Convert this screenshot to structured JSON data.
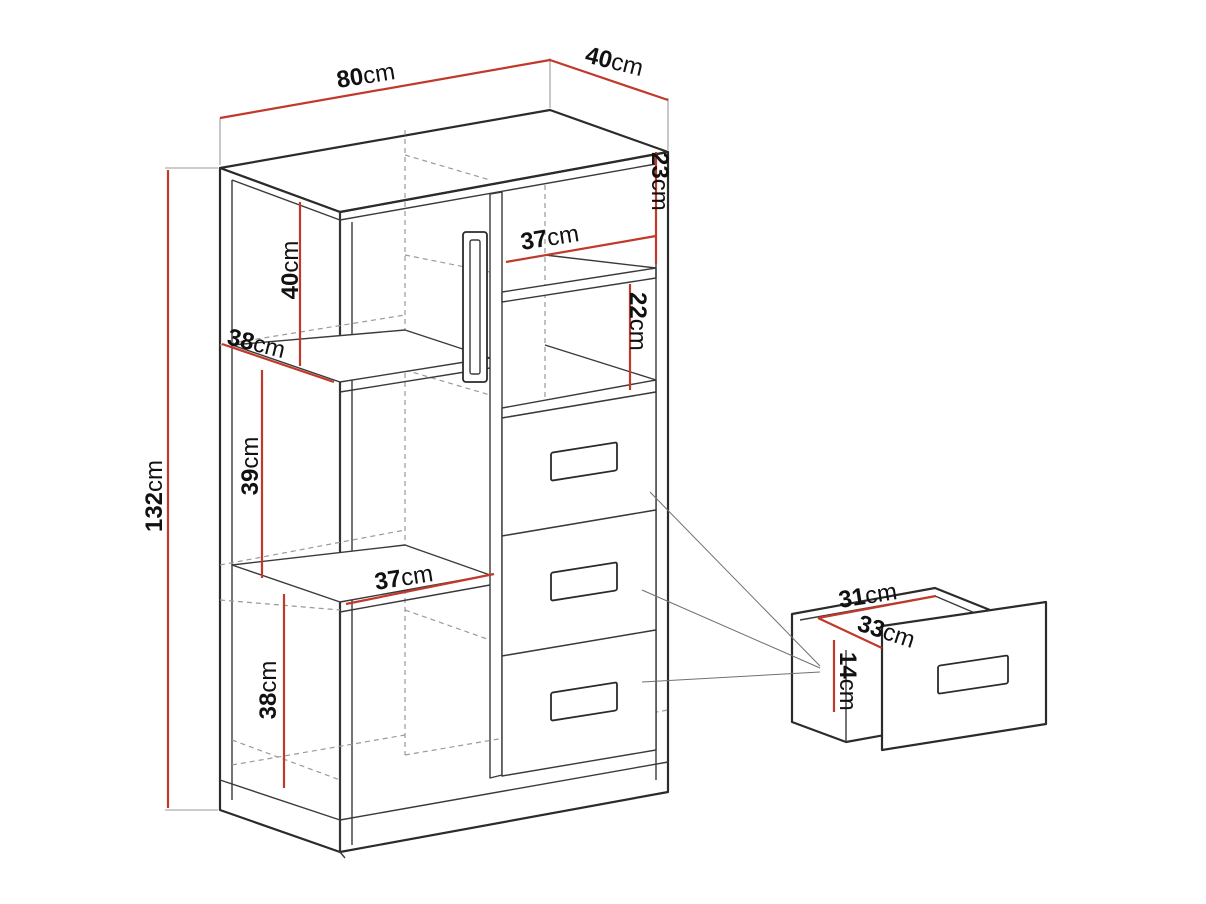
{
  "colors": {
    "dimension_line": "#c0392b",
    "outline": "#2b2b2b",
    "hidden_line": "#9a9a9a"
  },
  "unit": "cm",
  "dimensions": {
    "width": {
      "value": "80",
      "unit": "cm"
    },
    "depth": {
      "value": "40",
      "unit": "cm"
    },
    "height": {
      "value": "132",
      "unit": "cm"
    },
    "top_shelf_height": {
      "value": "23",
      "unit": "cm"
    },
    "top_shelf_width": {
      "value": "37",
      "unit": "cm"
    },
    "second_shelf_height": {
      "value": "22",
      "unit": "cm"
    },
    "left_top_height": {
      "value": "40",
      "unit": "cm"
    },
    "left_depth": {
      "value": "38",
      "unit": "cm"
    },
    "left_middle_height": {
      "value": "39",
      "unit": "cm"
    },
    "left_shelf_width": {
      "value": "37",
      "unit": "cm"
    },
    "left_bottom_height": {
      "value": "38",
      "unit": "cm"
    },
    "drawer_width": {
      "value": "31",
      "unit": "cm"
    },
    "drawer_depth": {
      "value": "33",
      "unit": "cm"
    },
    "drawer_height": {
      "value": "14",
      "unit": "cm"
    }
  }
}
